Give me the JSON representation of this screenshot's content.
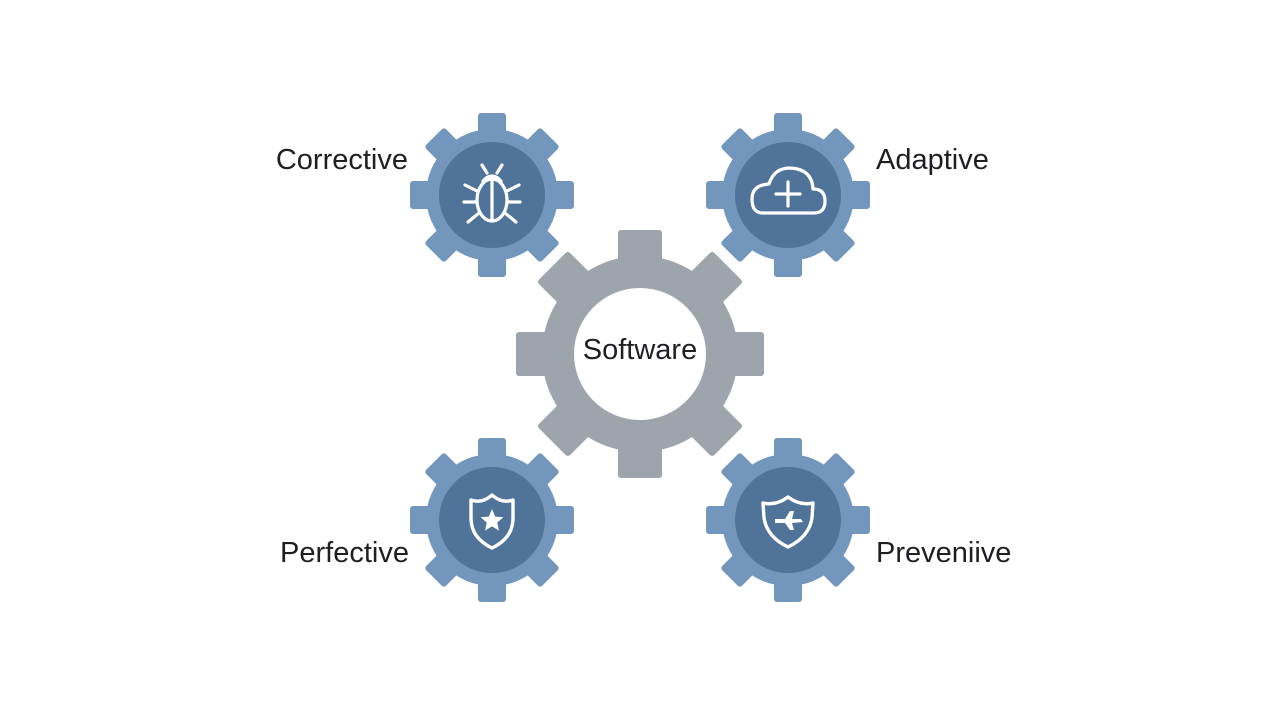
{
  "diagram": {
    "center": {
      "label": "Software"
    },
    "nodes": [
      {
        "id": "corrective",
        "label": "Corrective",
        "icon": "bug-icon"
      },
      {
        "id": "adaptive",
        "label": "Adaptive",
        "icon": "cloud-plus-icon"
      },
      {
        "id": "perfective",
        "label": "Perfective",
        "icon": "shield-star-icon"
      },
      {
        "id": "preventive",
        "label": "Preveniive",
        "icon": "shield-plane-icon"
      }
    ]
  },
  "colors": {
    "outer_gear": "#7396bc",
    "inner_disc": "#4f7399",
    "center_gear": "#9ea4ab",
    "center_hole": "#ffffff",
    "icon_stroke": "#ffffff",
    "text": "#1e1f22"
  }
}
